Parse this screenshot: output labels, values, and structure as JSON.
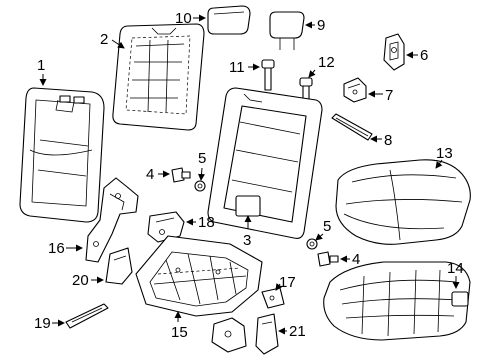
{
  "callouts": {
    "c1": "1",
    "c2": "2",
    "c3": "3",
    "c4a": "4",
    "c4b": "4",
    "c5a": "5",
    "c5b": "5",
    "c6": "6",
    "c7": "7",
    "c8": "8",
    "c9": "9",
    "c10": "10",
    "c11": "11",
    "c12": "12",
    "c13": "13",
    "c14": "14",
    "c15": "15",
    "c16": "16",
    "c17": "17",
    "c18": "18",
    "c19": "19",
    "c20": "20",
    "c21": "21"
  }
}
